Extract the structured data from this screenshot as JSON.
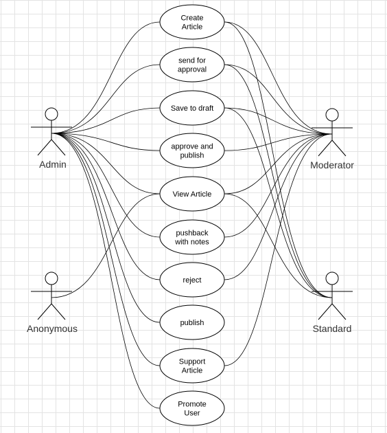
{
  "colors": {
    "line": "#000000",
    "fill": "#ffffff",
    "grid": "#e3e3e3",
    "actor_label": "#333333"
  },
  "diagram": {
    "actors": [
      {
        "id": "admin",
        "name": "Admin"
      },
      {
        "id": "anonymous",
        "name": "Anonymous"
      },
      {
        "id": "moderator",
        "name": "Moderator"
      },
      {
        "id": "standard",
        "name": "Standard"
      }
    ],
    "use_cases": [
      {
        "id": "create-article",
        "lines": [
          "Create",
          "Article"
        ]
      },
      {
        "id": "send-for-approval",
        "lines": [
          "send for",
          "approval"
        ]
      },
      {
        "id": "save-to-draft",
        "lines": [
          "Save to draft"
        ]
      },
      {
        "id": "approve-and-publish",
        "lines": [
          "approve and",
          "publish"
        ]
      },
      {
        "id": "view-article",
        "lines": [
          "View Article"
        ]
      },
      {
        "id": "pushback-with-notes",
        "lines": [
          "pushback",
          "with notes"
        ]
      },
      {
        "id": "reject",
        "lines": [
          "reject"
        ]
      },
      {
        "id": "publish",
        "lines": [
          "publish"
        ]
      },
      {
        "id": "support-article",
        "lines": [
          "Support",
          "Article"
        ]
      },
      {
        "id": "promote-user",
        "lines": [
          "Promote",
          "User"
        ]
      }
    ],
    "associations": [
      {
        "actor": "admin",
        "use_case": "create-article"
      },
      {
        "actor": "admin",
        "use_case": "send-for-approval"
      },
      {
        "actor": "admin",
        "use_case": "save-to-draft"
      },
      {
        "actor": "admin",
        "use_case": "approve-and-publish"
      },
      {
        "actor": "admin",
        "use_case": "view-article"
      },
      {
        "actor": "admin",
        "use_case": "pushback-with-notes"
      },
      {
        "actor": "admin",
        "use_case": "reject"
      },
      {
        "actor": "admin",
        "use_case": "publish"
      },
      {
        "actor": "admin",
        "use_case": "support-article"
      },
      {
        "actor": "admin",
        "use_case": "promote-user"
      },
      {
        "actor": "anonymous",
        "use_case": "view-article"
      },
      {
        "actor": "moderator",
        "use_case": "create-article"
      },
      {
        "actor": "moderator",
        "use_case": "send-for-approval"
      },
      {
        "actor": "moderator",
        "use_case": "save-to-draft"
      },
      {
        "actor": "moderator",
        "use_case": "approve-and-publish"
      },
      {
        "actor": "moderator",
        "use_case": "view-article"
      },
      {
        "actor": "moderator",
        "use_case": "pushback-with-notes"
      },
      {
        "actor": "moderator",
        "use_case": "reject"
      },
      {
        "actor": "moderator",
        "use_case": "support-article"
      },
      {
        "actor": "standard",
        "use_case": "create-article"
      },
      {
        "actor": "standard",
        "use_case": "send-for-approval"
      },
      {
        "actor": "standard",
        "use_case": "save-to-draft"
      },
      {
        "actor": "standard",
        "use_case": "view-article"
      }
    ]
  }
}
